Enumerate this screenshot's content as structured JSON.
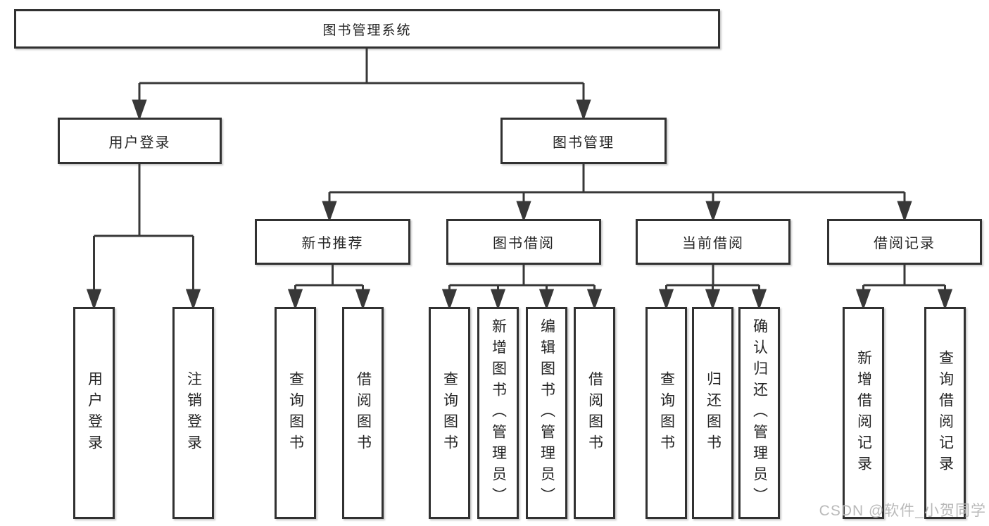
{
  "tree": {
    "root": {
      "label": "图书管理系统",
      "children": [
        {
          "label": "用户登录",
          "children": [
            {
              "label": "用户登录"
            },
            {
              "label": "注销登录"
            }
          ]
        },
        {
          "label": "图书管理",
          "children": [
            {
              "label": "新书推荐",
              "children": [
                {
                  "label": "查询图书"
                },
                {
                  "label": "借阅图书"
                }
              ]
            },
            {
              "label": "图书借阅",
              "children": [
                {
                  "label": "查询图书"
                },
                {
                  "label": "新增图书（管理员）"
                },
                {
                  "label": "编辑图书（管理员）"
                },
                {
                  "label": "借阅图书"
                }
              ]
            },
            {
              "label": "当前借阅",
              "children": [
                {
                  "label": "查询图书"
                },
                {
                  "label": "归还图书"
                },
                {
                  "label": "确认归还（管理员）"
                }
              ]
            },
            {
              "label": "借阅记录",
              "children": [
                {
                  "label": "新增借阅记录"
                },
                {
                  "label": "查询借阅记录"
                }
              ]
            }
          ]
        }
      ]
    }
  },
  "watermark": {
    "text": "CSDN @软件_小贺同学"
  },
  "colors": {
    "line": "#383838",
    "box_border": "#313131",
    "text": "#242424",
    "watermark": "#b9b9b9",
    "background": "#ffffff"
  }
}
